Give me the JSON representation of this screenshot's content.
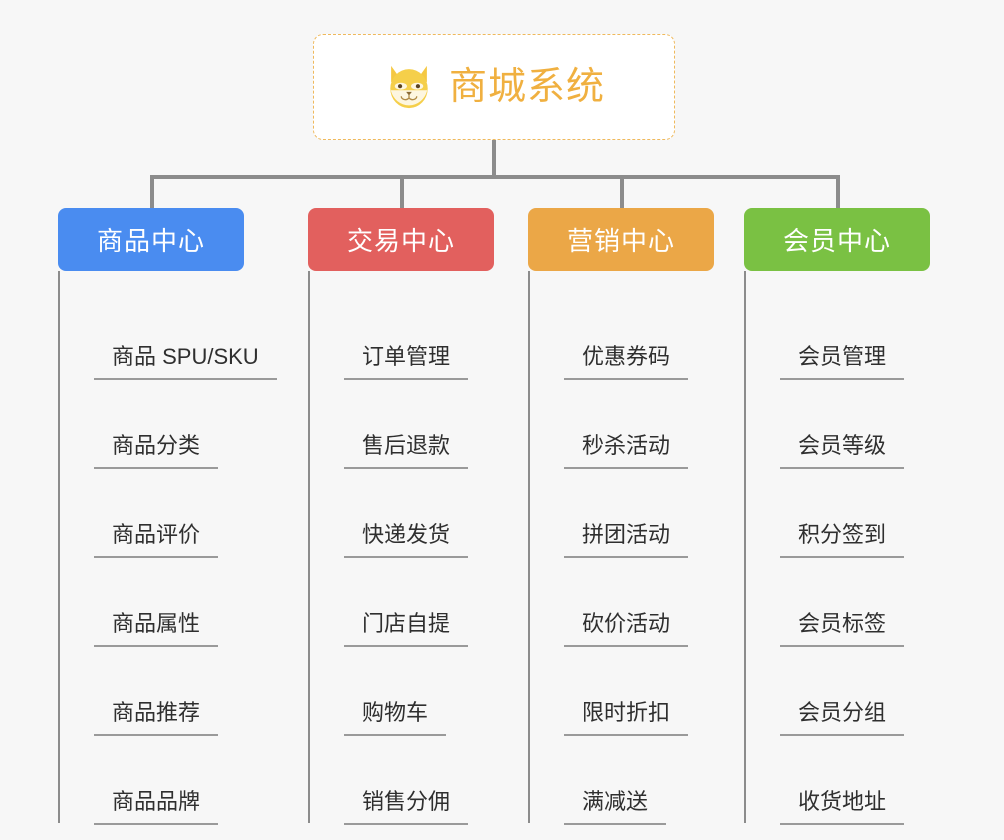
{
  "page": {
    "background_color": "#f7f7f7"
  },
  "root": {
    "title": "商城系统",
    "icon": "shiba-dog-face-icon",
    "text_color": "#f0b040",
    "border_color": "#efb95c",
    "background_color": "#ffffff"
  },
  "columns": [
    {
      "header": "商品中心",
      "color": "#4a8cf0",
      "items": [
        "商品 SPU/SKU",
        "商品分类",
        "商品评价",
        "商品属性",
        "商品推荐",
        "商品品牌"
      ]
    },
    {
      "header": "交易中心",
      "color": "#e2605e",
      "items": [
        "订单管理",
        "售后退款",
        "快递发货",
        "门店自提",
        "购物车",
        "销售分佣"
      ]
    },
    {
      "header": "营销中心",
      "color": "#eba747",
      "items": [
        "优惠券码",
        "秒杀活动",
        "拼团活动",
        "砍价活动",
        "限时折扣",
        "满减送"
      ]
    },
    {
      "header": "会员中心",
      "color": "#7ac143",
      "items": [
        "会员管理",
        "会员等级",
        "积分签到",
        "会员标签",
        "会员分组",
        "收货地址"
      ]
    }
  ]
}
